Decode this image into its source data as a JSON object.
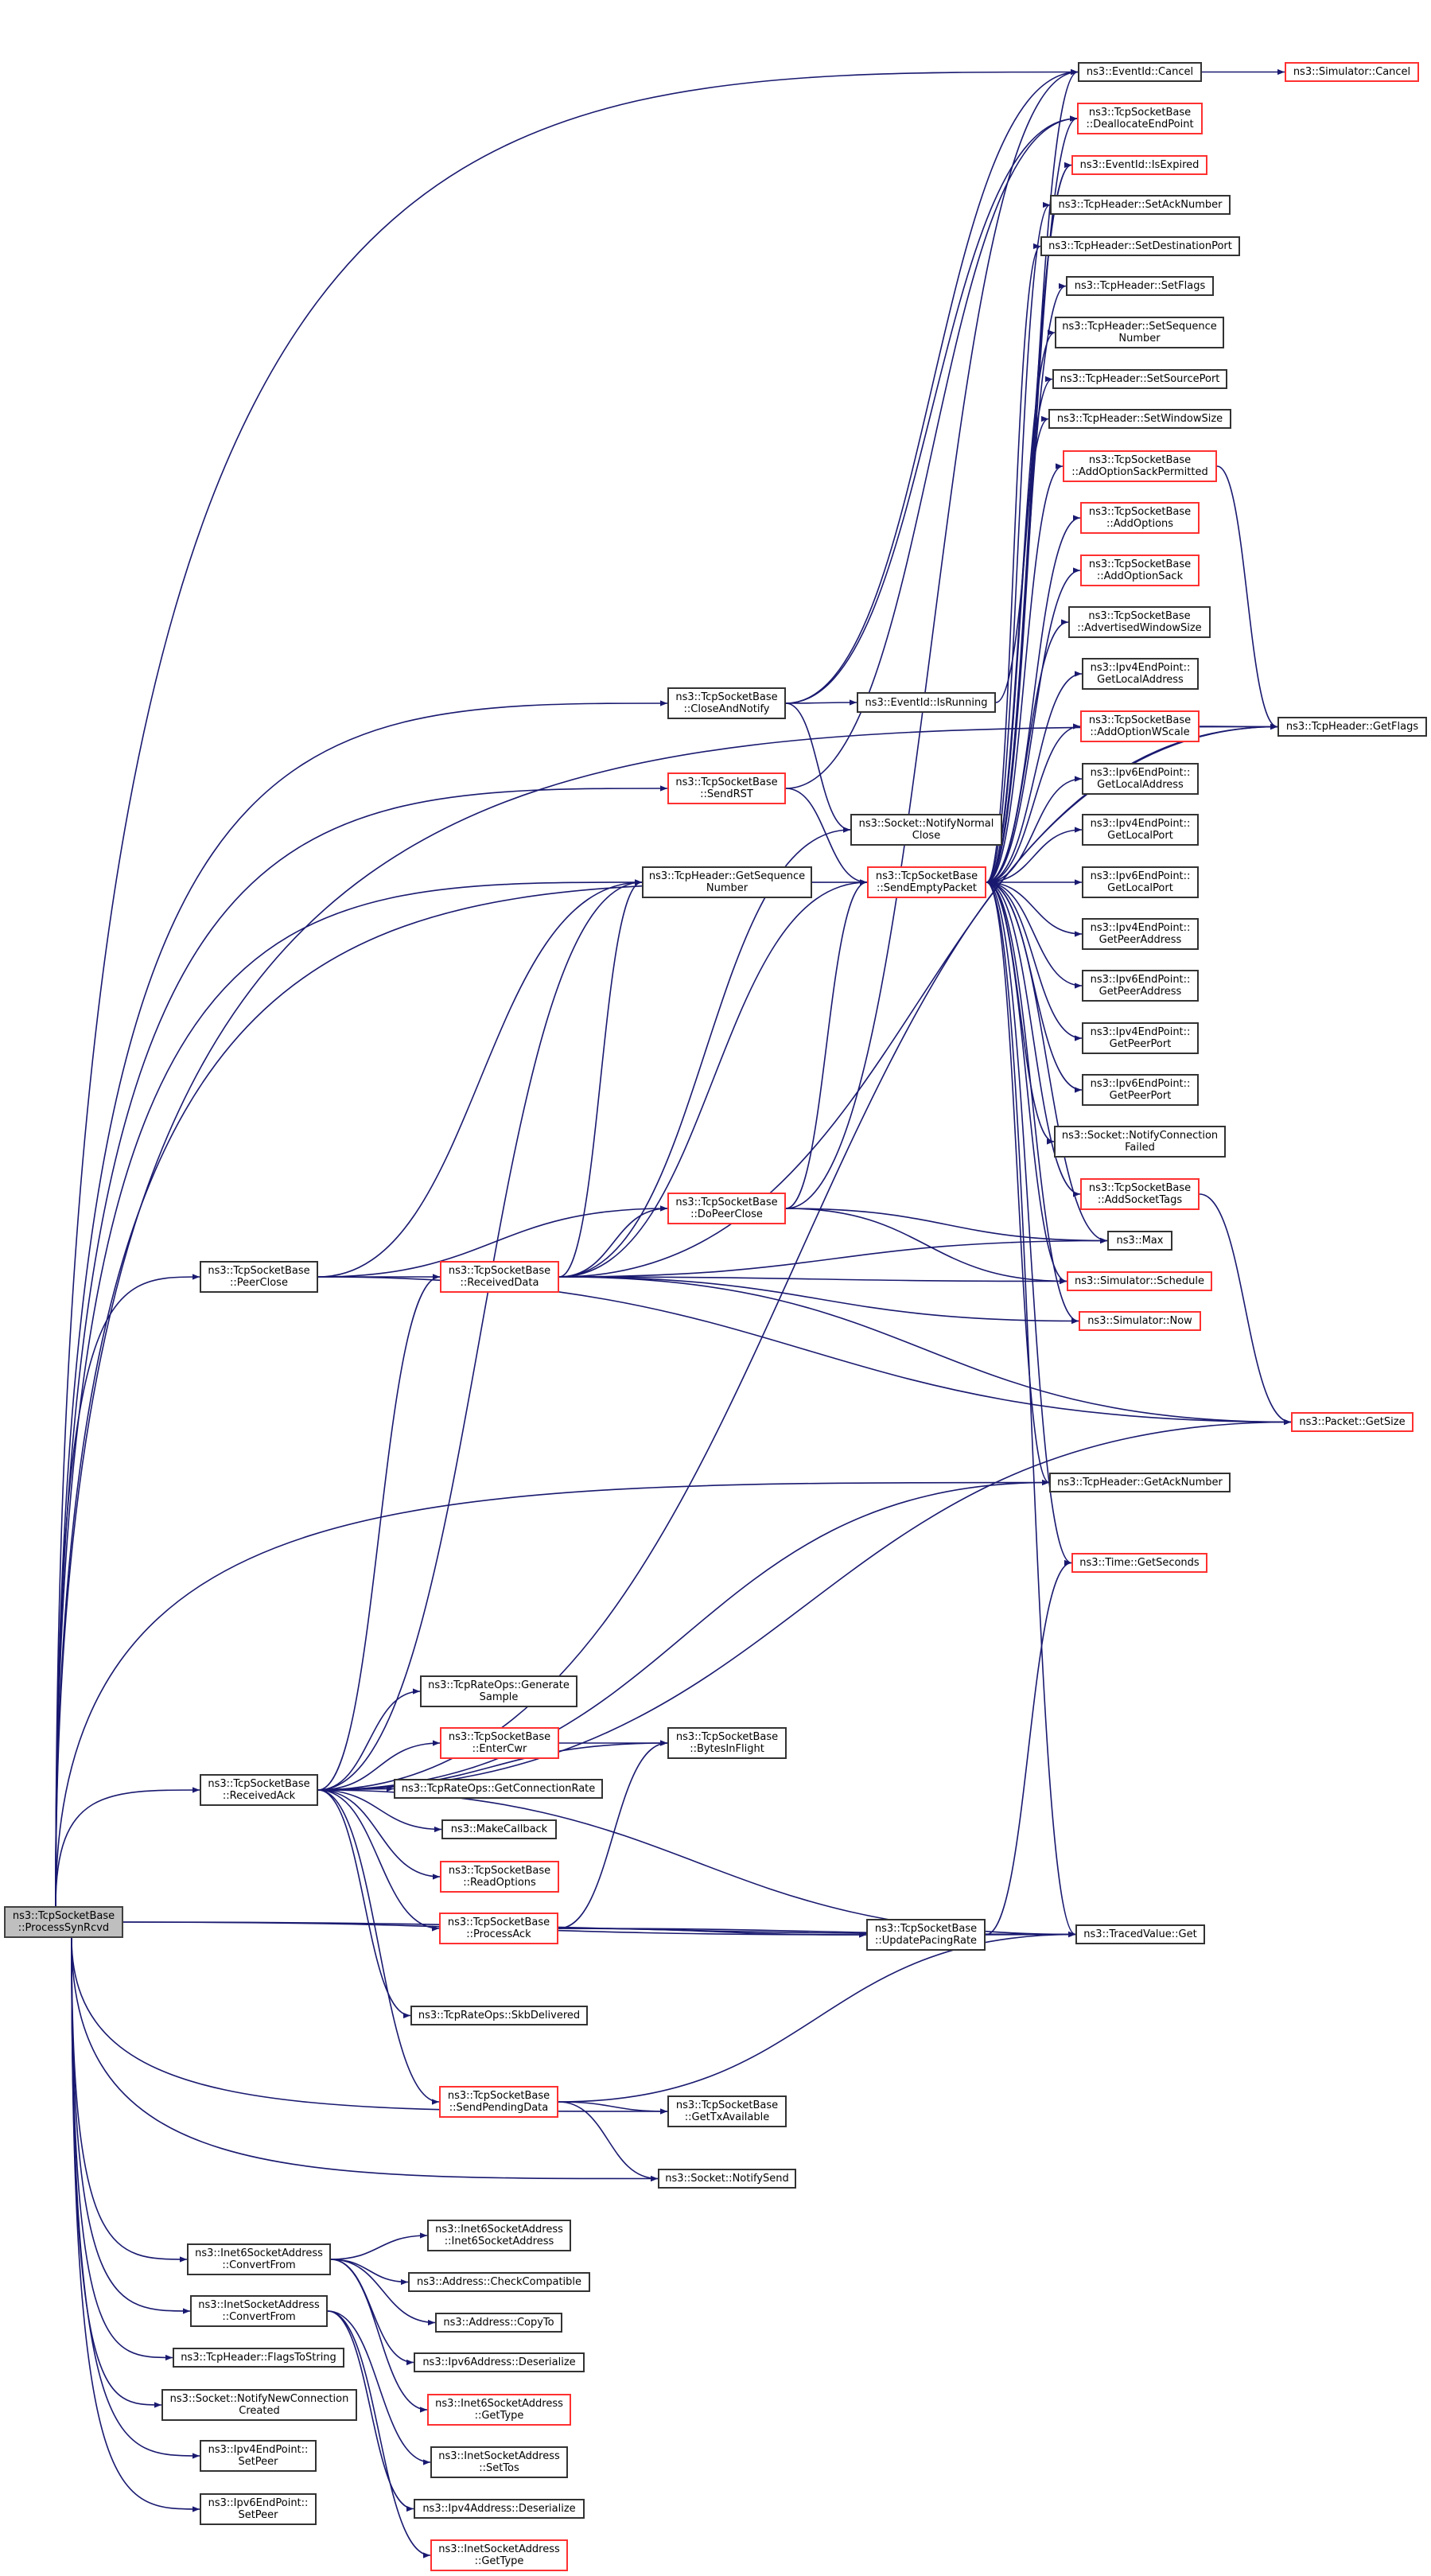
{
  "diagram": {
    "type": "call-graph",
    "edge_color": "#191970",
    "truncated_node_border_color": "#ff3030",
    "normal_node_border_color": "#333333",
    "root_node_fill": "#bfbfbf"
  },
  "nodes": {
    "psr": {
      "lines": [
        "ns3::TcpSocketBase",
        "::ProcessSynRcvd"
      ],
      "root": true
    },
    "cancel": {
      "lines": [
        "ns3::EventId::Cancel"
      ]
    },
    "simcancel": {
      "lines": [
        "ns3::Simulator::Cancel"
      ],
      "truncated": true
    },
    "dealloc": {
      "lines": [
        "ns3::TcpSocketBase",
        "::DeallocateEndPoint"
      ],
      "truncated": true
    },
    "isexpired": {
      "lines": [
        "ns3::EventId::IsExpired"
      ],
      "truncated": true
    },
    "setack": {
      "lines": [
        "ns3::TcpHeader::SetAckNumber"
      ]
    },
    "setdst": {
      "lines": [
        "ns3::TcpHeader::SetDestinationPort"
      ]
    },
    "setflags": {
      "lines": [
        "ns3::TcpHeader::SetFlags"
      ]
    },
    "setseq": {
      "lines": [
        "ns3::TcpHeader::SetSequence",
        "Number"
      ]
    },
    "setsrc": {
      "lines": [
        "ns3::TcpHeader::SetSourcePort"
      ]
    },
    "setwin": {
      "lines": [
        "ns3::TcpHeader::SetWindowSize"
      ]
    },
    "sackperm": {
      "lines": [
        "ns3::TcpSocketBase",
        "::AddOptionSackPermitted"
      ],
      "truncated": true
    },
    "addopts": {
      "lines": [
        "ns3::TcpSocketBase",
        "::AddOptions"
      ],
      "truncated": true
    },
    "addsack": {
      "lines": [
        "ns3::TcpSocketBase",
        "::AddOptionSack"
      ],
      "truncated": true
    },
    "advwin": {
      "lines": [
        "ns3::TcpSocketBase",
        "::AdvertisedWindowSize"
      ]
    },
    "v4la": {
      "lines": [
        "ns3::Ipv4EndPoint::",
        "GetLocalAddress"
      ]
    },
    "wscale": {
      "lines": [
        "ns3::TcpSocketBase",
        "::AddOptionWScale"
      ],
      "truncated": true
    },
    "v6la": {
      "lines": [
        "ns3::Ipv6EndPoint::",
        "GetLocalAddress"
      ]
    },
    "v4lp": {
      "lines": [
        "ns3::Ipv4EndPoint::",
        "GetLocalPort"
      ]
    },
    "v6lp": {
      "lines": [
        "ns3::Ipv6EndPoint::",
        "GetLocalPort"
      ]
    },
    "v4pa": {
      "lines": [
        "ns3::Ipv4EndPoint::",
        "GetPeerAddress"
      ]
    },
    "v6pa": {
      "lines": [
        "ns3::Ipv6EndPoint::",
        "GetPeerAddress"
      ]
    },
    "v4pp": {
      "lines": [
        "ns3::Ipv4EndPoint::",
        "GetPeerPort"
      ]
    },
    "v6pp": {
      "lines": [
        "ns3::Ipv6EndPoint::",
        "GetPeerPort"
      ]
    },
    "ncf": {
      "lines": [
        "ns3::Socket::NotifyConnection",
        "Failed"
      ]
    },
    "sockettags": {
      "lines": [
        "ns3::TcpSocketBase",
        "::AddSocketTags"
      ],
      "truncated": true
    },
    "max": {
      "lines": [
        "ns3::Max"
      ]
    },
    "schedule": {
      "lines": [
        "ns3::Simulator::Schedule"
      ],
      "truncated": true
    },
    "now": {
      "lines": [
        "ns3::Simulator::Now"
      ],
      "truncated": true
    },
    "getflags": {
      "lines": [
        "ns3::TcpHeader::GetFlags"
      ]
    },
    "getsize": {
      "lines": [
        "ns3::Packet::GetSize"
      ],
      "truncated": true
    },
    "getack": {
      "lines": [
        "ns3::TcpHeader::GetAckNumber"
      ]
    },
    "getseconds": {
      "lines": [
        "ns3::Time::GetSeconds"
      ],
      "truncated": true
    },
    "tracedget": {
      "lines": [
        "ns3::TracedValue::Get"
      ]
    },
    "closenotify": {
      "lines": [
        "ns3::TcpSocketBase",
        "::CloseAndNotify"
      ]
    },
    "sendrst": {
      "lines": [
        "ns3::TcpSocketBase",
        "::SendRST"
      ],
      "truncated": true
    },
    "getseqnum": {
      "lines": [
        "ns3::TcpHeader::GetSequence",
        "Number"
      ]
    },
    "isrunning": {
      "lines": [
        "ns3::EventId::IsRunning"
      ]
    },
    "nnc": {
      "lines": [
        "ns3::Socket::NotifyNormal",
        "Close"
      ]
    },
    "sep": {
      "lines": [
        "ns3::TcpSocketBase",
        "::SendEmptyPacket"
      ],
      "truncated": true
    },
    "dopeerclose": {
      "lines": [
        "ns3::TcpSocketBase",
        "::DoPeerClose"
      ],
      "truncated": true
    },
    "peerclose": {
      "lines": [
        "ns3::TcpSocketBase",
        "::PeerClose"
      ]
    },
    "recvdata": {
      "lines": [
        "ns3::TcpSocketBase",
        "::ReceivedData"
      ],
      "truncated": true
    },
    "recvack": {
      "lines": [
        "ns3::TcpSocketBase",
        "::ReceivedAck"
      ]
    },
    "gensample": {
      "lines": [
        "ns3::TcpRateOps::Generate",
        "Sample"
      ]
    },
    "entercwr": {
      "lines": [
        "ns3::TcpSocketBase",
        "::EnterCwr"
      ],
      "truncated": true
    },
    "connrate": {
      "lines": [
        "ns3::TcpRateOps::GetConnectionRate"
      ]
    },
    "makecb": {
      "lines": [
        "ns3::MakeCallback"
      ]
    },
    "readopts": {
      "lines": [
        "ns3::TcpSocketBase",
        "::ReadOptions"
      ],
      "truncated": true
    },
    "bytesinflight": {
      "lines": [
        "ns3::TcpSocketBase",
        "::BytesInFlight"
      ]
    },
    "processack": {
      "lines": [
        "ns3::TcpSocketBase",
        "::ProcessAck"
      ],
      "truncated": true
    },
    "pacing": {
      "lines": [
        "ns3::TcpSocketBase",
        "::UpdatePacingRate"
      ]
    },
    "skb": {
      "lines": [
        "ns3::TcpRateOps::SkbDelivered"
      ]
    },
    "sendpending": {
      "lines": [
        "ns3::TcpSocketBase",
        "::SendPendingData"
      ],
      "truncated": true
    },
    "txavail": {
      "lines": [
        "ns3::TcpSocketBase",
        "::GetTxAvailable"
      ]
    },
    "notifysend": {
      "lines": [
        "ns3::Socket::NotifySend"
      ]
    },
    "i6conv": {
      "lines": [
        "ns3::Inet6SocketAddress",
        "::ConvertFrom"
      ]
    },
    "iconv": {
      "lines": [
        "ns3::InetSocketAddress",
        "::ConvertFrom"
      ]
    },
    "flags2str": {
      "lines": [
        "ns3::TcpHeader::FlagsToString"
      ]
    },
    "nncreated": {
      "lines": [
        "ns3::Socket::NotifyNewConnection",
        "Created"
      ]
    },
    "v4setpeer": {
      "lines": [
        "ns3::Ipv4EndPoint::",
        "SetPeer"
      ]
    },
    "v6setpeer": {
      "lines": [
        "ns3::Ipv6EndPoint::",
        "SetPeer"
      ]
    },
    "i6ctor": {
      "lines": [
        "ns3::Inet6SocketAddress",
        "::Inet6SocketAddress"
      ]
    },
    "checkcompat": {
      "lines": [
        "ns3::Address::CheckCompatible"
      ]
    },
    "copyto": {
      "lines": [
        "ns3::Address::CopyTo"
      ]
    },
    "v6deser": {
      "lines": [
        "ns3::Ipv6Address::Deserialize"
      ]
    },
    "i6type": {
      "lines": [
        "ns3::Inet6SocketAddress",
        "::GetType"
      ],
      "truncated": true
    },
    "settos": {
      "lines": [
        "ns3::InetSocketAddress",
        "::SetTos"
      ]
    },
    "v4deser": {
      "lines": [
        "ns3::Ipv4Address::Deserialize"
      ]
    },
    "itype": {
      "lines": [
        "ns3::InetSocketAddress",
        "::GetType"
      ],
      "truncated": true
    }
  },
  "edges": [
    [
      "psr",
      "getflags"
    ],
    [
      "psr",
      "cancel"
    ],
    [
      "psr",
      "closenotify"
    ],
    [
      "psr",
      "sendrst"
    ],
    [
      "psr",
      "getseqnum"
    ],
    [
      "psr",
      "sep"
    ],
    [
      "psr",
      "peerclose"
    ],
    [
      "psr",
      "getack"
    ],
    [
      "psr",
      "recvack"
    ],
    [
      "psr",
      "pacing"
    ],
    [
      "psr",
      "tracedget"
    ],
    [
      "psr",
      "txavail"
    ],
    [
      "psr",
      "notifysend"
    ],
    [
      "psr",
      "i6conv"
    ],
    [
      "psr",
      "iconv"
    ],
    [
      "psr",
      "flags2str"
    ],
    [
      "psr",
      "nncreated"
    ],
    [
      "psr",
      "v4setpeer"
    ],
    [
      "psr",
      "v6setpeer"
    ],
    [
      "cancel",
      "simcancel"
    ],
    [
      "closenotify",
      "cancel"
    ],
    [
      "closenotify",
      "dealloc"
    ],
    [
      "closenotify",
      "isrunning"
    ],
    [
      "closenotify",
      "nnc"
    ],
    [
      "isrunning",
      "isexpired"
    ],
    [
      "sendrst",
      "sep"
    ],
    [
      "sendrst",
      "dealloc"
    ],
    [
      "sep",
      "cancel"
    ],
    [
      "sep",
      "dealloc"
    ],
    [
      "sep",
      "isexpired"
    ],
    [
      "sep",
      "setack"
    ],
    [
      "sep",
      "setdst"
    ],
    [
      "sep",
      "setflags"
    ],
    [
      "sep",
      "setseq"
    ],
    [
      "sep",
      "setsrc"
    ],
    [
      "sep",
      "setwin"
    ],
    [
      "sep",
      "sackperm"
    ],
    [
      "sep",
      "addopts"
    ],
    [
      "sep",
      "addsack"
    ],
    [
      "sep",
      "advwin"
    ],
    [
      "sep",
      "v4la"
    ],
    [
      "sep",
      "wscale"
    ],
    [
      "sep",
      "v6la"
    ],
    [
      "sep",
      "v4lp"
    ],
    [
      "sep",
      "v6lp"
    ],
    [
      "sep",
      "v4pa"
    ],
    [
      "sep",
      "v6pa"
    ],
    [
      "sep",
      "v4pp"
    ],
    [
      "sep",
      "v6pp"
    ],
    [
      "sep",
      "ncf"
    ],
    [
      "sep",
      "sockettags"
    ],
    [
      "sep",
      "max"
    ],
    [
      "sep",
      "schedule"
    ],
    [
      "sep",
      "now"
    ],
    [
      "sep",
      "getack"
    ],
    [
      "sep",
      "getseconds"
    ],
    [
      "sep",
      "tracedget"
    ],
    [
      "sackperm",
      "getflags"
    ],
    [
      "wscale",
      "getflags"
    ],
    [
      "sockettags",
      "getsize"
    ],
    [
      "peerclose",
      "getseqnum"
    ],
    [
      "peerclose",
      "recvdata"
    ],
    [
      "peerclose",
      "dopeerclose"
    ],
    [
      "peerclose",
      "getsize"
    ],
    [
      "recvdata",
      "getseqnum"
    ],
    [
      "recvdata",
      "sep"
    ],
    [
      "recvdata",
      "nnc"
    ],
    [
      "recvdata",
      "dopeerclose"
    ],
    [
      "recvdata",
      "schedule"
    ],
    [
      "recvdata",
      "now"
    ],
    [
      "recvdata",
      "max"
    ],
    [
      "recvdata",
      "getflags"
    ],
    [
      "recvdata",
      "getsize"
    ],
    [
      "dopeerclose",
      "sep"
    ],
    [
      "dopeerclose",
      "cancel"
    ],
    [
      "dopeerclose",
      "max"
    ],
    [
      "dopeerclose",
      "schedule"
    ],
    [
      "recvack",
      "recvdata"
    ],
    [
      "recvack",
      "getack"
    ],
    [
      "recvack",
      "getflags"
    ],
    [
      "recvack",
      "getsize"
    ],
    [
      "recvack",
      "gensample"
    ],
    [
      "recvack",
      "bytesinflight"
    ],
    [
      "recvack",
      "entercwr"
    ],
    [
      "recvack",
      "connrate"
    ],
    [
      "recvack",
      "makecb"
    ],
    [
      "recvack",
      "readopts"
    ],
    [
      "recvack",
      "processack"
    ],
    [
      "recvack",
      "tracedget"
    ],
    [
      "recvack",
      "skb"
    ],
    [
      "recvack",
      "sendpending"
    ],
    [
      "recvack",
      "getseqnum"
    ],
    [
      "entercwr",
      "bytesinflight"
    ],
    [
      "processack",
      "bytesinflight"
    ],
    [
      "processack",
      "pacing"
    ],
    [
      "processack",
      "tracedget"
    ],
    [
      "pacing",
      "tracedget"
    ],
    [
      "pacing",
      "getseconds"
    ],
    [
      "sendpending",
      "tracedget"
    ],
    [
      "sendpending",
      "txavail"
    ],
    [
      "sendpending",
      "notifysend"
    ],
    [
      "i6conv",
      "i6ctor"
    ],
    [
      "i6conv",
      "checkcompat"
    ],
    [
      "i6conv",
      "copyto"
    ],
    [
      "i6conv",
      "v6deser"
    ],
    [
      "i6conv",
      "i6type"
    ],
    [
      "iconv",
      "settos"
    ],
    [
      "iconv",
      "v4deser"
    ],
    [
      "iconv",
      "itype"
    ]
  ]
}
